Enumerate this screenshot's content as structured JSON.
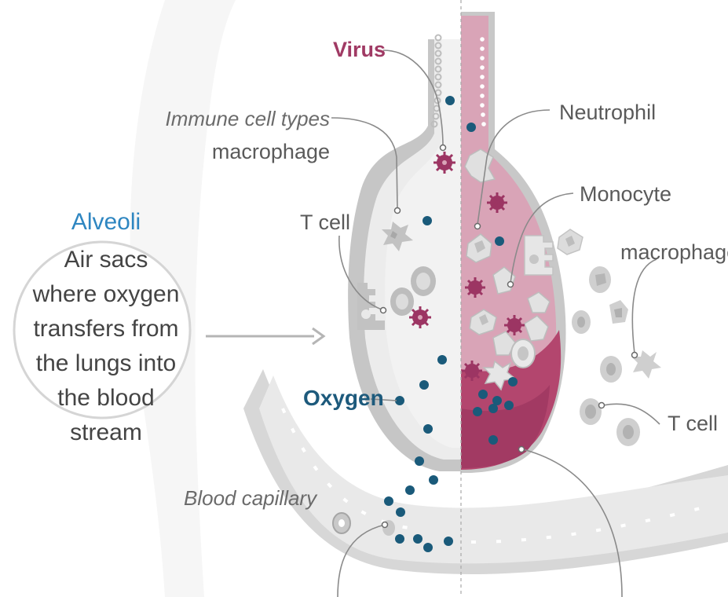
{
  "labels": {
    "virus": "Virus",
    "immune_types": "Immune cell types",
    "macrophage_left": "macrophage",
    "t_cell_left": "T cell",
    "neutrophil": "Neutrophil",
    "monocyte": "Monocyte",
    "macrophage_right": "macrophage",
    "t_cell_right": "T cell",
    "oxygen": "Oxygen",
    "blood_capillary": "Blood capillary"
  },
  "callout": {
    "title": "Alveoli",
    "lines": [
      "Air sacs",
      "where oxygen",
      "transfers from",
      "the lungs into",
      "the blood",
      "stream"
    ]
  },
  "colors": {
    "oxygen_dot": "#1a5a7a",
    "virus": "#9c3563",
    "inflamed_tissue": "#d9a3b6",
    "inflamed_deep": "#b5476f",
    "healthy_tissue": "#e8e8e8",
    "wall": "#c9c9c9",
    "alveoli_title": "#2e86c1"
  }
}
